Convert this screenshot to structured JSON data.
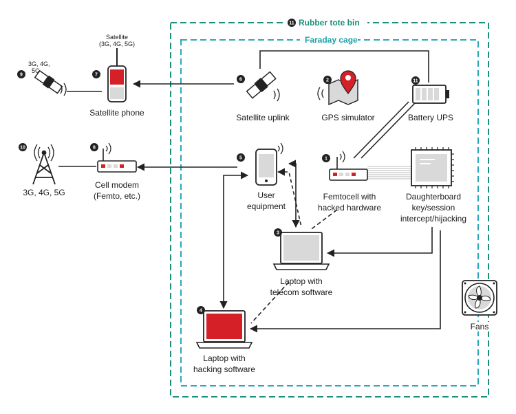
{
  "colors": {
    "teal_outer": "#1a8f7a",
    "teal_inner": "#29a9b8",
    "accent_red": "#d52027",
    "line": "#222222",
    "device_gray": "#d9d9d9"
  },
  "containers": {
    "outer": {
      "badge": "11",
      "title": "Rubber tote bin"
    },
    "inner": {
      "title": "Faraday cage"
    }
  },
  "nodes": {
    "sat_left": {
      "badge": "9",
      "label": [
        "3G, 4G,",
        "5G"
      ],
      "icon": "satellite-icon"
    },
    "sat_phone": {
      "badge": "7",
      "label": [
        "Satellite phone"
      ],
      "top_label": [
        "Satellite",
        "(3G, 4G, 5G)"
      ],
      "icon": "satellite-phone-icon"
    },
    "sat_uplink": {
      "badge": "6",
      "label": [
        "Satellite uplink"
      ],
      "icon": "satellite-icon"
    },
    "gps": {
      "badge": "2",
      "label": [
        "GPS simulator"
      ],
      "icon": "map-pin-icon"
    },
    "battery": {
      "badge": "11",
      "label": [
        "Battery UPS"
      ],
      "icon": "battery-icon"
    },
    "tower": {
      "badge": "10",
      "label": [
        "3G, 4G, 5G"
      ],
      "icon": "cell-tower-icon"
    },
    "modem": {
      "badge": "8",
      "label": [
        "Cell modem",
        "(Femto, etc.)"
      ],
      "icon": "router-icon"
    },
    "ue": {
      "badge": "5",
      "label": [
        "User",
        "equipment"
      ],
      "icon": "smartphone-icon"
    },
    "femto": {
      "badge": "1",
      "label": [
        "Femtocell with",
        "hacked hardware"
      ],
      "icon": "router-icon"
    },
    "daughter": {
      "label": [
        "Daughterboard",
        "key/session",
        "intercept/hijacking"
      ],
      "icon": "chip-icon"
    },
    "laptop3": {
      "badge": "3",
      "label": [
        "Laptop with",
        "telecom software"
      ],
      "icon": "laptop-icon"
    },
    "laptop4": {
      "badge": "4",
      "label": [
        "Laptop with",
        "hacking software"
      ],
      "icon": "laptop-icon"
    },
    "fans": {
      "label": [
        "Fans"
      ],
      "icon": "fan-icon"
    }
  }
}
